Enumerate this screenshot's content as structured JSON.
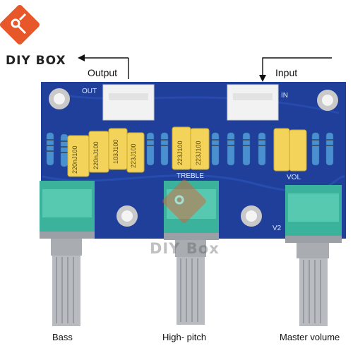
{
  "logo": {
    "text": "DIY BOX",
    "brand_color": "#e8572a"
  },
  "labels": {
    "output": "Output",
    "input": "Input"
  },
  "board": {
    "color": "#1f3f9a",
    "silkscreen": {
      "out": "OUT",
      "in": "IN",
      "treble": "TREBLE",
      "vol": "VOL",
      "version": "V2"
    }
  },
  "capacitor_markings": [
    "220nJ100",
    "220nJ100",
    "103J100",
    "223J100",
    "223J100",
    "223J100"
  ],
  "captions": {
    "bass": "Bass",
    "high_pitch": "High- pitch",
    "master_volume": "Master volume"
  },
  "watermark": {
    "text": "DIY Box"
  }
}
